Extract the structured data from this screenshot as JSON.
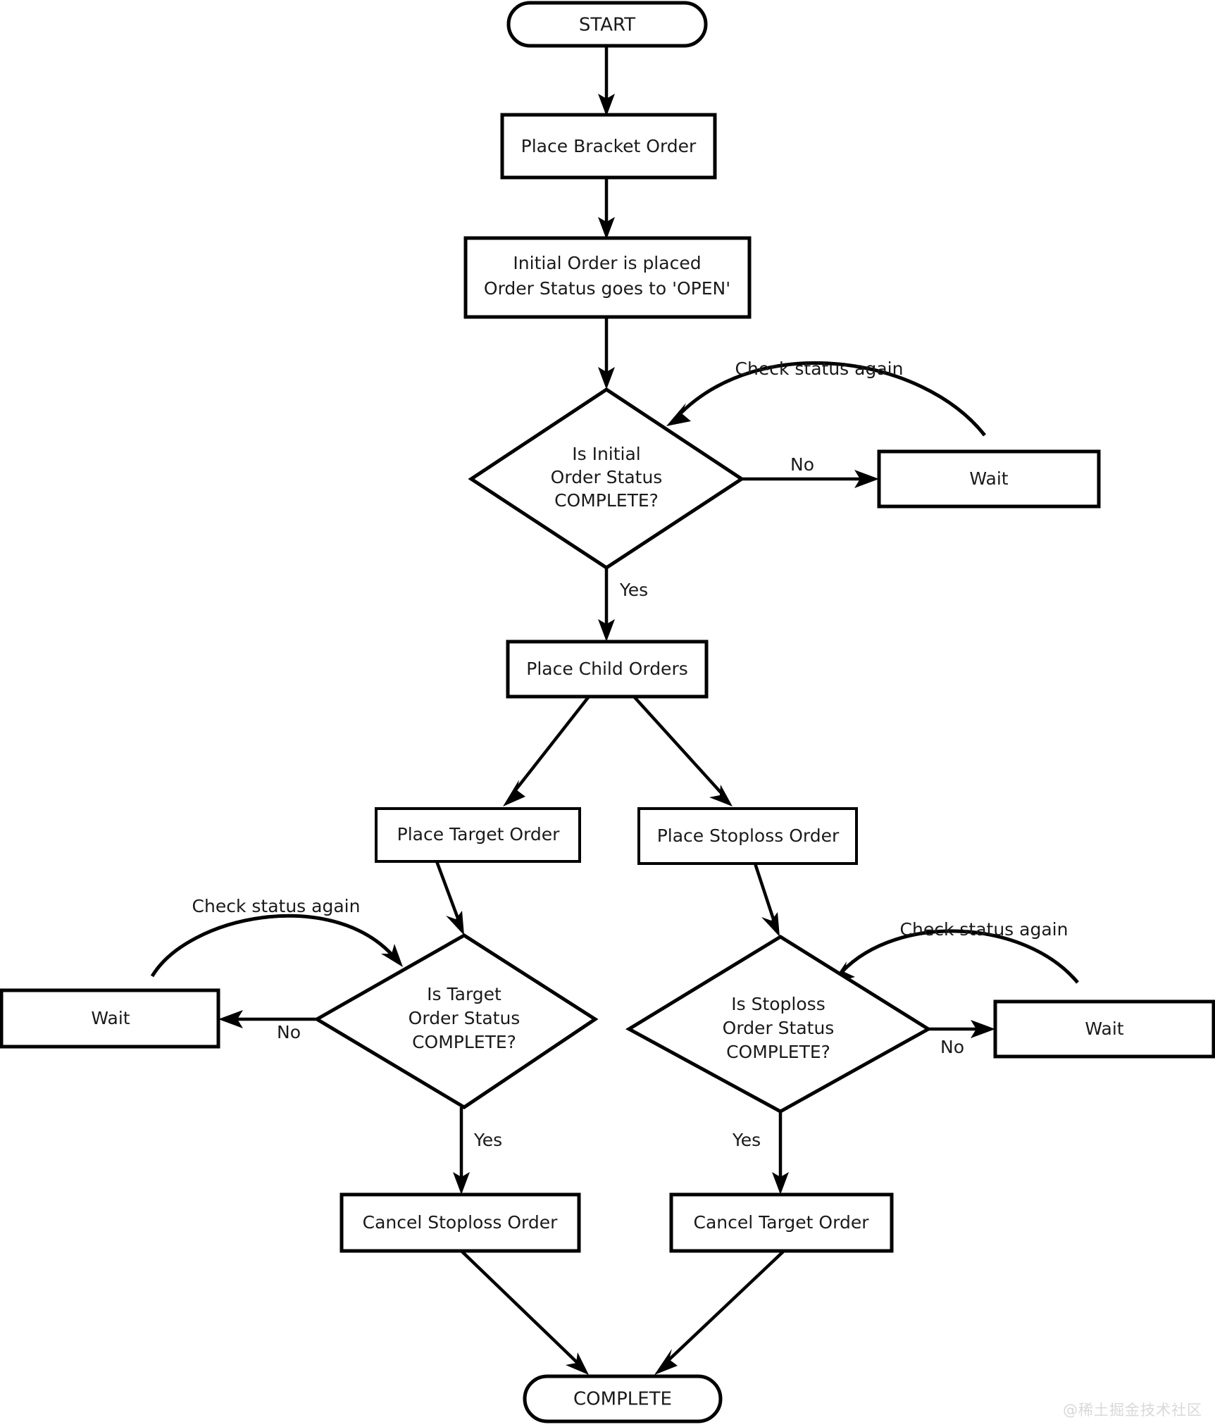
{
  "diagram": {
    "title": "Bracket Order Execution Flowchart",
    "background_color": "#ffffff",
    "line_color": "#000000",
    "text_color": "#1a1a1a",
    "watermark": "@稀土掘金技术社区",
    "watermark_color": "#d8d8d8"
  },
  "nodes": {
    "start": {
      "label": "START",
      "type": "terminal"
    },
    "place_bracket_order": {
      "label": "Place Bracket Order",
      "type": "process"
    },
    "initial_order_placed_line1": {
      "label": "Initial Order is placed",
      "type": "process"
    },
    "initial_order_placed_line2": {
      "label": "Order Status goes to 'OPEN'",
      "type": "process"
    },
    "is_initial_complete_line1": {
      "label": "Is Initial",
      "type": "decision"
    },
    "is_initial_complete_line2": {
      "label": "Order Status",
      "type": "decision"
    },
    "is_initial_complete_line3": {
      "label": "COMPLETE?",
      "type": "decision"
    },
    "wait_initial": {
      "label": "Wait",
      "type": "process"
    },
    "place_child_orders": {
      "label": "Place Child Orders",
      "type": "process"
    },
    "place_target_order": {
      "label": "Place Target Order",
      "type": "process"
    },
    "place_stoploss_order": {
      "label": "Place Stoploss Order",
      "type": "process"
    },
    "is_target_complete_line1": {
      "label": "Is Target",
      "type": "decision"
    },
    "is_target_complete_line2": {
      "label": "Order Status",
      "type": "decision"
    },
    "is_target_complete_line3": {
      "label": "COMPLETE?",
      "type": "decision"
    },
    "is_stoploss_complete_line1": {
      "label": "Is Stoploss",
      "type": "decision"
    },
    "is_stoploss_complete_line2": {
      "label": "Order Status",
      "type": "decision"
    },
    "is_stoploss_complete_line3": {
      "label": "COMPLETE?",
      "type": "decision"
    },
    "wait_target": {
      "label": "Wait",
      "type": "process"
    },
    "wait_stoploss": {
      "label": "Wait",
      "type": "process"
    },
    "cancel_stoploss_order": {
      "label": "Cancel Stoploss Order",
      "type": "process"
    },
    "cancel_target_order": {
      "label": "Cancel Target Order",
      "type": "process"
    },
    "complete": {
      "label": "COMPLETE",
      "type": "terminal"
    }
  },
  "edge_labels": {
    "initial_no": "No",
    "initial_yes": "Yes",
    "initial_recheck": "Check status again",
    "target_no": "No",
    "target_yes": "Yes",
    "target_recheck": "Check status again",
    "stoploss_no": "No",
    "stoploss_yes": "Yes",
    "stoploss_recheck": "Check status again"
  }
}
